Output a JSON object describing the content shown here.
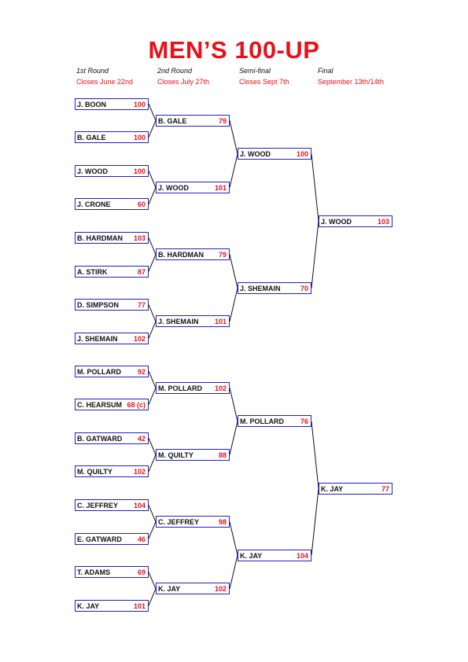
{
  "title": "MEN’S 100-UP",
  "rounds": [
    {
      "name": "1st Round",
      "closes": "Closes June 22nd"
    },
    {
      "name": "2nd Round",
      "closes": "Closes July 27th"
    },
    {
      "name": "Semi-final",
      "closes": "Closes Sept 7th"
    },
    {
      "name": "Final",
      "closes": "September 13th/14th"
    }
  ],
  "round1": [
    {
      "name": "J. BOON",
      "score": "100"
    },
    {
      "name": "B. GALE",
      "score": "100"
    },
    {
      "name": "J. WOOD",
      "score": "100"
    },
    {
      "name": "J. CRONE",
      "score": "60"
    },
    {
      "name": "B. HARDMAN",
      "score": "103"
    },
    {
      "name": "A. STIRK",
      "score": "87"
    },
    {
      "name": "D. SIMPSON",
      "score": "77"
    },
    {
      "name": "J. SHEMAIN",
      "score": "102"
    },
    {
      "name": "M. POLLARD",
      "score": "92"
    },
    {
      "name": "C. HEARSUM",
      "score": "68 (c)"
    },
    {
      "name": "B. GATWARD",
      "score": "42"
    },
    {
      "name": "M. QUILTY",
      "score": "102"
    },
    {
      "name": "C. JEFFREY",
      "score": "104"
    },
    {
      "name": "E. GATWARD",
      "score": "46"
    },
    {
      "name": "T. ADAMS",
      "score": "69"
    },
    {
      "name": "K. JAY",
      "score": "101"
    }
  ],
  "round2": [
    {
      "name": "B. GALE",
      "score": "79"
    },
    {
      "name": "J. WOOD",
      "score": "101"
    },
    {
      "name": "B. HARDMAN",
      "score": "79"
    },
    {
      "name": "J. SHEMAIN",
      "score": "101"
    },
    {
      "name": "M. POLLARD",
      "score": "102"
    },
    {
      "name": "M. QUILTY",
      "score": "88"
    },
    {
      "name": "C. JEFFREY",
      "score": "98"
    },
    {
      "name": "K. JAY",
      "score": "102"
    }
  ],
  "semifinal": [
    {
      "name": "J. WOOD",
      "score": "100"
    },
    {
      "name": "J. SHEMAIN",
      "score": "70"
    },
    {
      "name": "M. POLLARD",
      "score": "76"
    },
    {
      "name": "K. JAY",
      "score": "104"
    }
  ],
  "final": [
    {
      "name": "J. WOOD",
      "score": "103"
    },
    {
      "name": "K. JAY",
      "score": "77"
    }
  ]
}
